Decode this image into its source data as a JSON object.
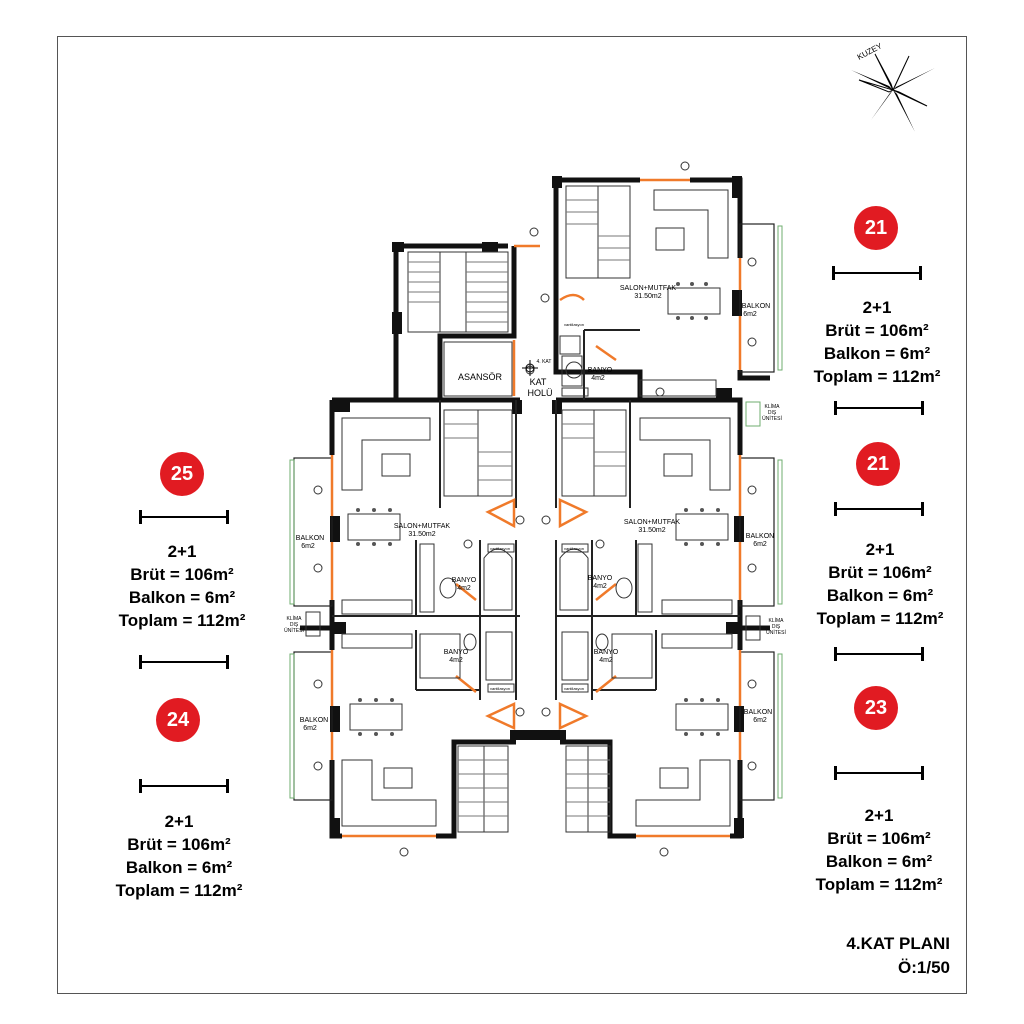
{
  "compass": {
    "label": "KUZEY"
  },
  "units": [
    {
      "number": "21",
      "type": "2+1",
      "brut": "Brüt = 106m²",
      "balkon": "Balkon = 6m²",
      "toplam": "Toplam = 112m²"
    },
    {
      "number": "21",
      "type": "2+1",
      "brut": "Brüt = 106m²",
      "balkon": "Balkon = 6m²",
      "toplam": "Toplam = 112m²"
    },
    {
      "number": "23",
      "type": "2+1",
      "brut": "Brüt = 106m²",
      "balkon": "Balkon = 6m²",
      "toplam": "Toplam = 112m²"
    },
    {
      "number": "25",
      "type": "2+1",
      "brut": "Brüt = 106m²",
      "balkon": "Balkon = 6m²",
      "toplam": "Toplam = 112m²"
    },
    {
      "number": "24",
      "type": "2+1",
      "brut": "Brüt = 106m²",
      "balkon": "Balkon = 6m²",
      "toplam": "Toplam = 112m²"
    }
  ],
  "plan_labels": {
    "salon": "SALON+MUTFAK",
    "salon_area": "31.50m2",
    "banyo": "BANYO",
    "banyo_area": "4m2",
    "balkon": "BALKON",
    "balkon_area": "6m2",
    "asansor": "ASANSÖR",
    "kat": "KAT",
    "holu": "HOLÜ",
    "kat_level": "4. KAT",
    "klima": "KLİMA",
    "klima2": "DIŞ",
    "klima3": "ÜNİTESİ",
    "vantilasyon": "vantilasyon"
  },
  "title": {
    "line1": "4.KAT PLANI",
    "line2": "Ö:1/50"
  }
}
